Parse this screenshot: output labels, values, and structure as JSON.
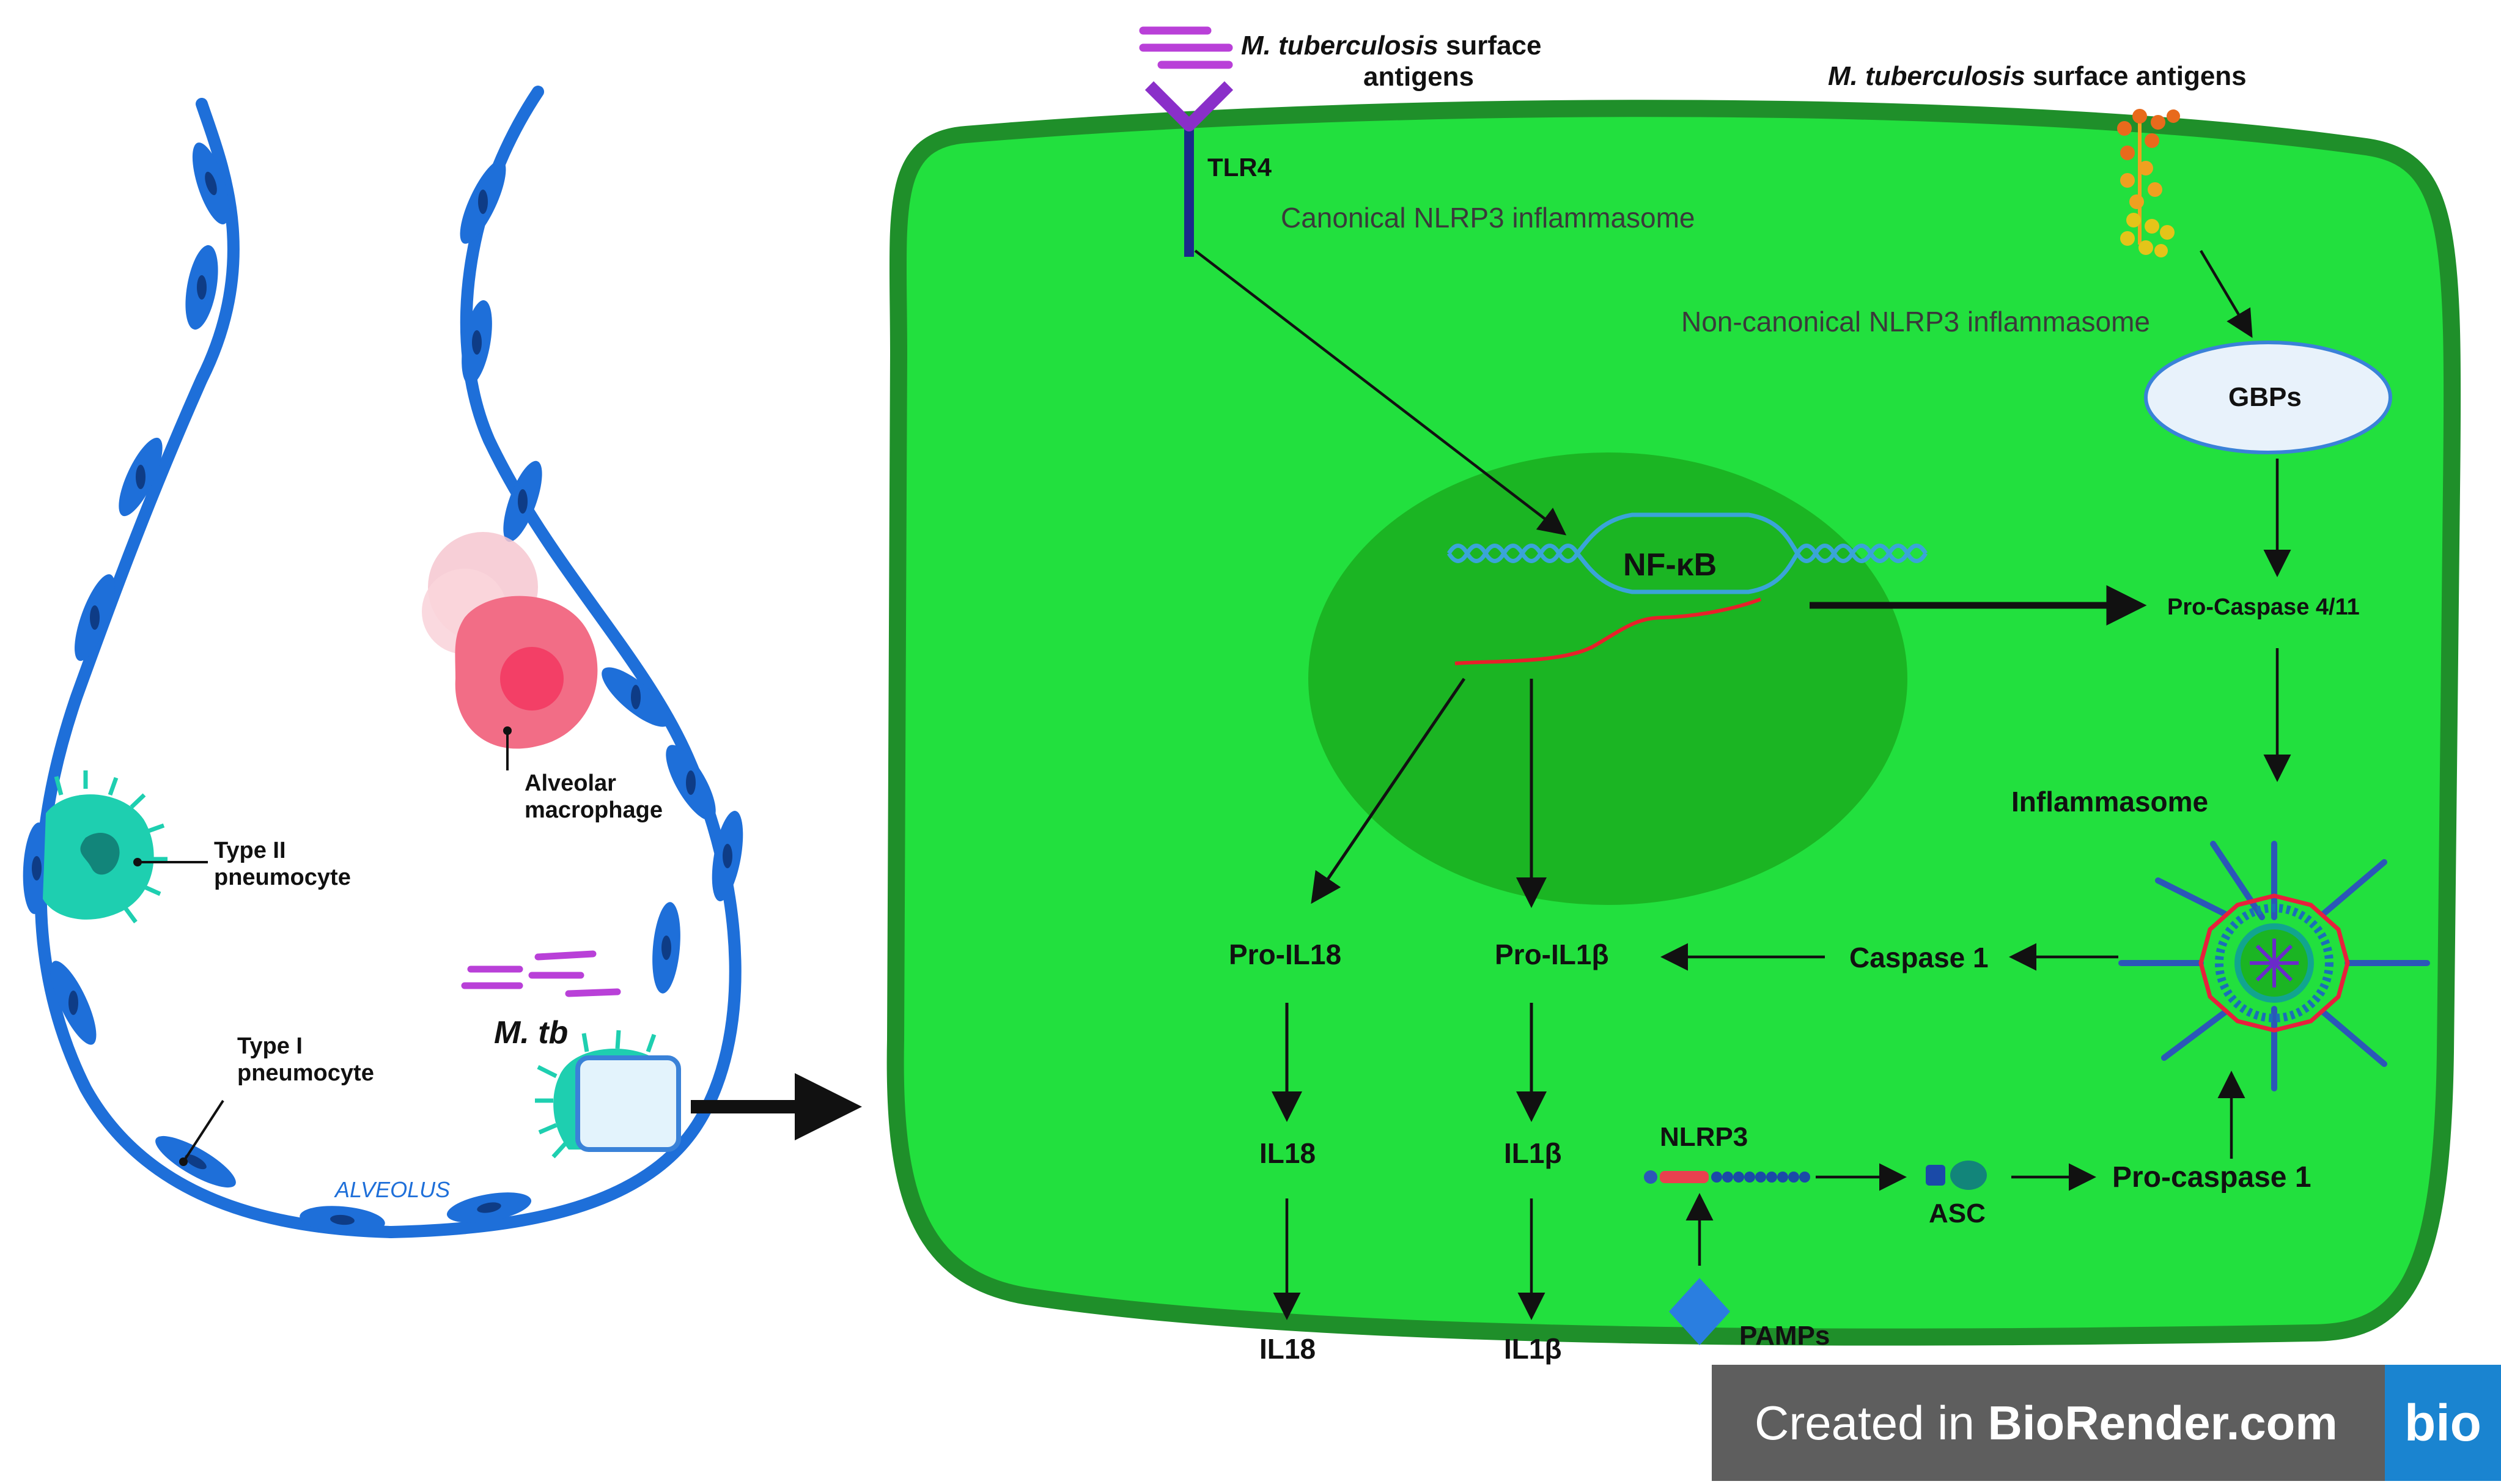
{
  "labels": {
    "type2": [
      "Type II",
      "pneumocyte"
    ],
    "macrophage": [
      "Alveolar",
      "macrophage"
    ],
    "type1": [
      "Type I",
      "pneumocyte"
    ],
    "mtb": "M. tb",
    "alveolus": "ALVEOLUS",
    "antigen_top_italic": "M. tuberculosis",
    "antigen_top_rest": "surface",
    "antigen_top_line2": "antigens",
    "antigen_right_italic": "M. tuberculosis",
    "antigen_right_rest": "surface antigens",
    "tlr4": "TLR4",
    "canonical": "Canonical NLRP3 inflammasome",
    "noncanonical": "Non-canonical NLRP3 inflammasome",
    "gbps": "GBPs",
    "nfkb": "NF-κB",
    "pro_caspase_411": "Pro-Caspase 4/11",
    "inflammasome": "Inflammasome",
    "pro_il18": "Pro-IL18",
    "pro_il1b": "Pro-IL1β",
    "caspase1": "Caspase 1",
    "il18_inner": "IL18",
    "il1b_inner": "IL1β",
    "nlrp3": "NLRP3",
    "asc": "ASC",
    "pro_caspase1": "Pro-caspase 1",
    "il18_out": "IL18",
    "il1b_out": "IL1β",
    "pamps": "PAMPs"
  },
  "watermark": {
    "prefix": "Created in ",
    "brand": "BioRender.com",
    "logo": "bio"
  },
  "colors": {
    "cell_fill": "#22e03e",
    "cell_border": "#1f8f2a",
    "nucleus": "#1bb523",
    "alveolus_blue": "#1e6fd9",
    "antigen_purple": "#b940d8",
    "tlr4_purple": "#8a2fc9",
    "dna_blue": "#3aa4d8",
    "rna_red": "#e8202a",
    "gbps_fill": "#e8f2fb",
    "macrophage_pink": "#f26d86",
    "type2_teal": "#1ecfb0",
    "arrow": "#111111",
    "watermark_bg": "#5e5e5e",
    "watermark_logo_bg": "#1a84d0"
  }
}
